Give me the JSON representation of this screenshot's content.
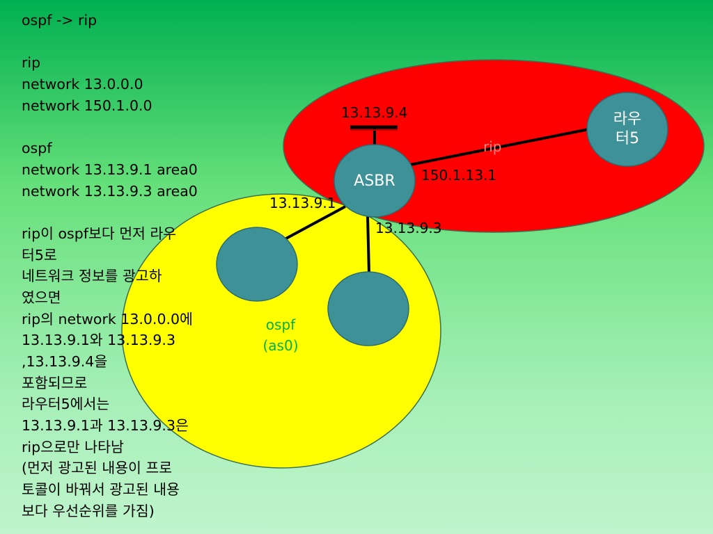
{
  "notes": [
    "ospf -> rip",
    "",
    "rip",
    "network 13.0.0.0",
    "network 150.1.0.0",
    "",
    "ospf",
    "network 13.13.9.1 area0",
    "network 13.13.9.3 area0",
    "",
    "rip이 ospf보다 먼저 라우",
    "터5로",
    "네트워크 정보를 광고하",
    "였으면",
    "rip의 network 13.0.0.0에",
    "13.13.9.1와 13.13.9.3",
    ",13.13.9.4을",
    "포함되므로",
    "라우터5에서는",
    "13.13.9.1과 13.13.9.3은",
    "rip으로만 나타남",
    "(먼저 광고된 내용이 프로",
    "토콜이 바꿔서 광고된 내용",
    "보다 우선순위를 가짐)"
  ],
  "diagram": {
    "asbr_label": "ASBR",
    "router5_line1": "라우",
    "router5_line2": "터5",
    "rip_domain_label": "rip",
    "ospf_domain_line1": "ospf",
    "ospf_domain_line2": "(as0)",
    "ip_13_13_9_4": "13.13.9.4",
    "ip_150_1_13_1": "150.1.13.1",
    "ip_13_13_9_1": "13.13.9.1",
    "ip_13_13_9_3": "13.13.9.3"
  },
  "colors": {
    "rip_area": "#ff0000",
    "ospf_area": "#ffff00",
    "router": "#3f9198",
    "router_border": "#2c6b70",
    "ospf_label": "#00b050",
    "rip_label": "#ff8080"
  }
}
